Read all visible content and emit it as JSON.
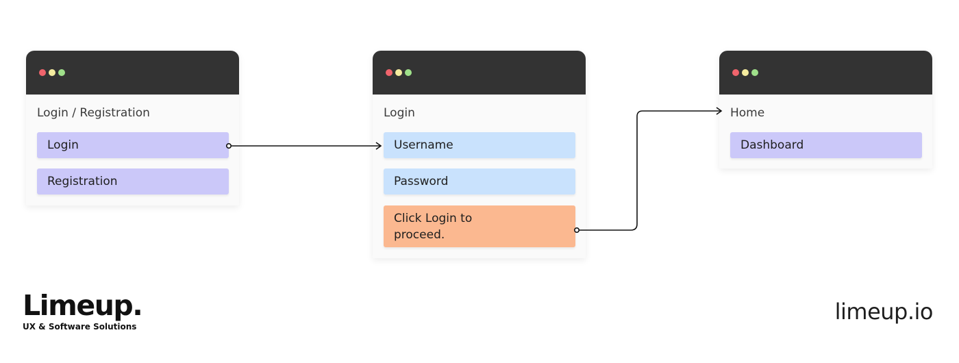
{
  "windows": [
    {
      "title": "Login / Registration",
      "items": [
        {
          "label": "Login",
          "color": "#cbc8f9"
        },
        {
          "label": "Registration",
          "color": "#cbc8f9"
        }
      ]
    },
    {
      "title": "Login",
      "items": [
        {
          "label": "Username",
          "color": "#c9e2fd"
        },
        {
          "label": "Password",
          "color": "#c9e2fd"
        },
        {
          "label": "Click Login to proceed.",
          "color": "#fbb890"
        }
      ]
    },
    {
      "title": "Home",
      "items": [
        {
          "label": "Dashboard",
          "color": "#cbc8f9"
        }
      ]
    }
  ],
  "window_dots": [
    "#f0646c",
    "#f5ec9f",
    "#9fe08a"
  ],
  "titlebar_color": "#333333",
  "footer": {
    "brand": "Limeup.",
    "tagline": "UX & Software Solutions",
    "site": "limeup.io"
  }
}
